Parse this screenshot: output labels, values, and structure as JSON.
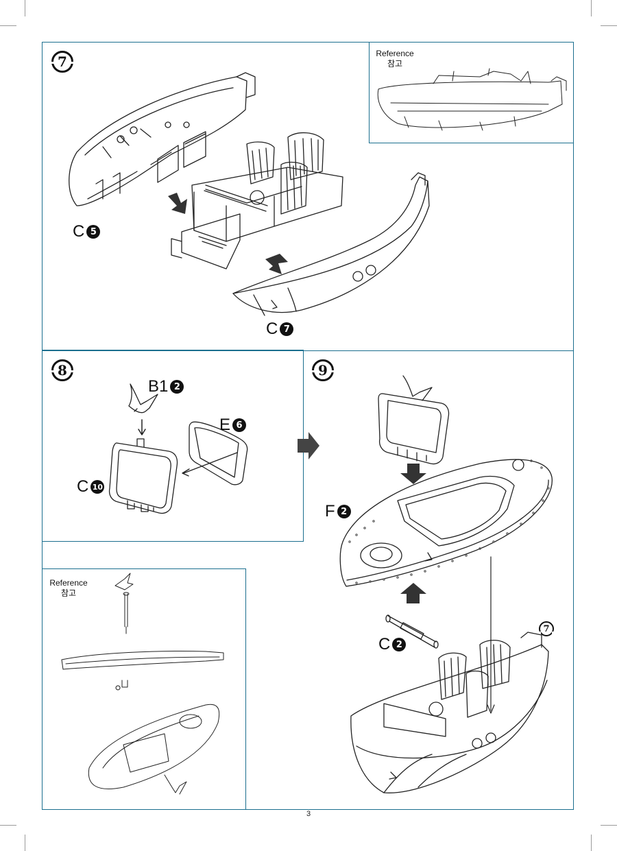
{
  "page": {
    "number": "3"
  },
  "colors": {
    "frame": "#1a6e8e",
    "arrow_dark": "#333333",
    "arrow_light": "#c8c8c8"
  },
  "steps": {
    "step7": {
      "number": "7",
      "parts": [
        {
          "letter": "C",
          "num": "5"
        },
        {
          "letter": "C",
          "num": "7"
        }
      ]
    },
    "step8": {
      "number": "8",
      "parts": [
        {
          "letter": "B1",
          "num": "2"
        },
        {
          "letter": "E",
          "num": "6"
        },
        {
          "letter": "C",
          "num": "10"
        }
      ]
    },
    "step9": {
      "number": "9",
      "parts": [
        {
          "letter": "F",
          "num": "2"
        },
        {
          "letter": "C",
          "num": "2"
        }
      ],
      "ref_step": "7"
    }
  },
  "references": [
    {
      "title": "Reference",
      "subtitle": "참고"
    },
    {
      "title": "Reference",
      "subtitle": "참고"
    }
  ],
  "icons": [
    "step-badge-icon",
    "assembly-arrow-icon",
    "part-number-icon"
  ]
}
